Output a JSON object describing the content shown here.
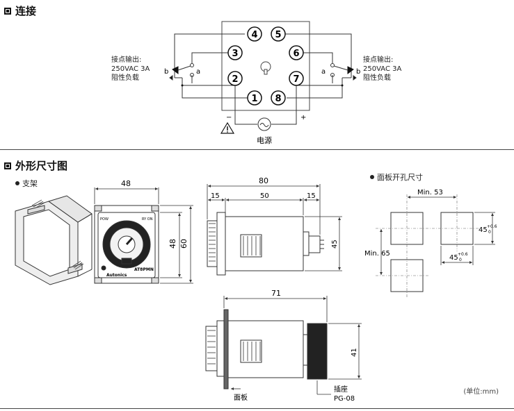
{
  "sections": {
    "connection": "连接",
    "dimensions": "外形尺寸图"
  },
  "connection": {
    "pins": [
      "4",
      "5",
      "3",
      "6",
      "2",
      "7",
      "1",
      "8"
    ],
    "contact_left": [
      "接点输出:",
      "250VAC 3A",
      "阻性负载"
    ],
    "contact_right": [
      "接点输出:",
      "250VAC 3A",
      "阻性负载"
    ],
    "switch_labels": {
      "a": "a",
      "b": "b"
    },
    "power": {
      "label": "电源",
      "minus": "−",
      "plus": "+"
    }
  },
  "dimensions": {
    "bracket_label": "支架",
    "panel_cutout_label": "面板开孔尺寸",
    "front_view": {
      "width": "48",
      "height_inner": "48",
      "height_outer": "60",
      "brand_text": "Autonics",
      "model_text": "AT8PMN",
      "pow_label": "POW",
      "ry_label": "RY ON"
    },
    "side_view": {
      "total": "80",
      "left": "15",
      "middle": "50",
      "right": "15",
      "height": "45"
    },
    "socket_view": {
      "total": "71",
      "height": "41",
      "panel_label": "面板",
      "socket_label": "插座",
      "socket_model": "PG-08"
    },
    "cutout": {
      "min_h": "Min. 53",
      "min_v": "Min. 65",
      "size_h": "45",
      "size_v": "45",
      "tol": "+0.6",
      "tol0": "0"
    },
    "unit": "(单位:mm)"
  }
}
